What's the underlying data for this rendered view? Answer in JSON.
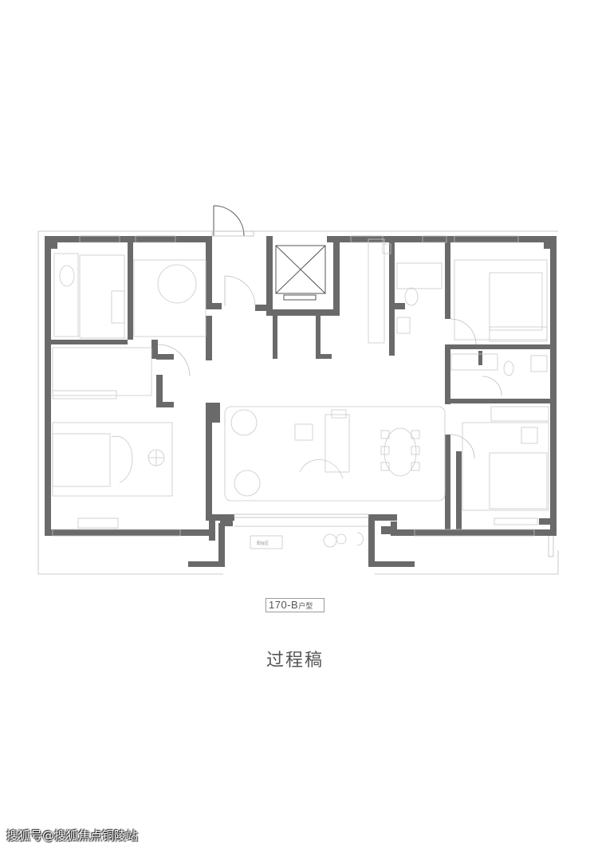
{
  "plan": {
    "unit_label": "170-B",
    "unit_suffix": "户型",
    "balcony_label": "阳台区"
  },
  "caption": "过程稿",
  "watermark": "搜狐号@搜狐焦点铜陵站"
}
